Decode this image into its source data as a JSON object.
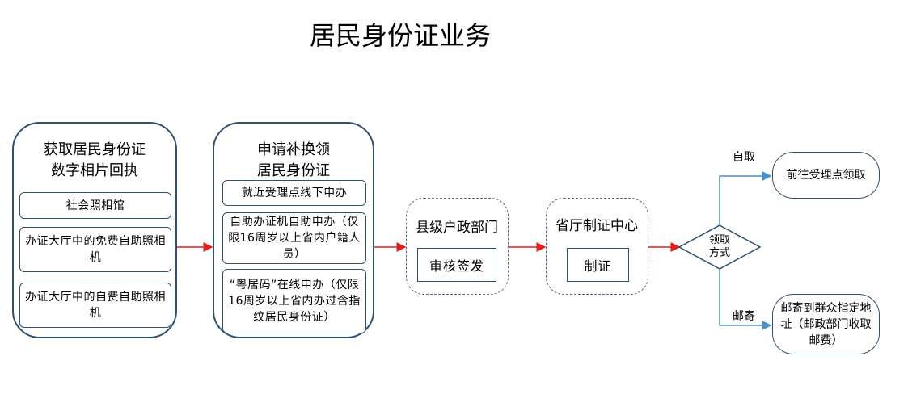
{
  "title": "居民身份证业务",
  "stage1": {
    "title": "获取居民身份证\n数字相片回执",
    "items": [
      "社会照相馆",
      "办证大厅中的免费自助照相机",
      "办证大厅中的自费自助照相机"
    ]
  },
  "stage2": {
    "title": "申请补换领\n居民身份证",
    "items": [
      "就近受理点线下申办",
      "自助办证机自助申办（仅限16周岁以上省内户籍人员）",
      "“粤居码”在线申办（仅限16周岁以上省内办过含指纹居民身份证）"
    ]
  },
  "stage3": {
    "title": "县级户政部门",
    "action": "审核签发"
  },
  "stage4": {
    "title": "省厅制证中心",
    "action": "制证"
  },
  "decision": {
    "label": "领取\n方式"
  },
  "options": [
    {
      "label": "自取",
      "result": "前往受理点领取"
    },
    {
      "label": "邮寄",
      "result": "邮寄到群众指定地址（邮政部门收取邮费）"
    }
  ],
  "colors": {
    "arrow_red": "#e02020",
    "arrow_blue": "#4a90c8",
    "border": "#2f4f6f"
  }
}
